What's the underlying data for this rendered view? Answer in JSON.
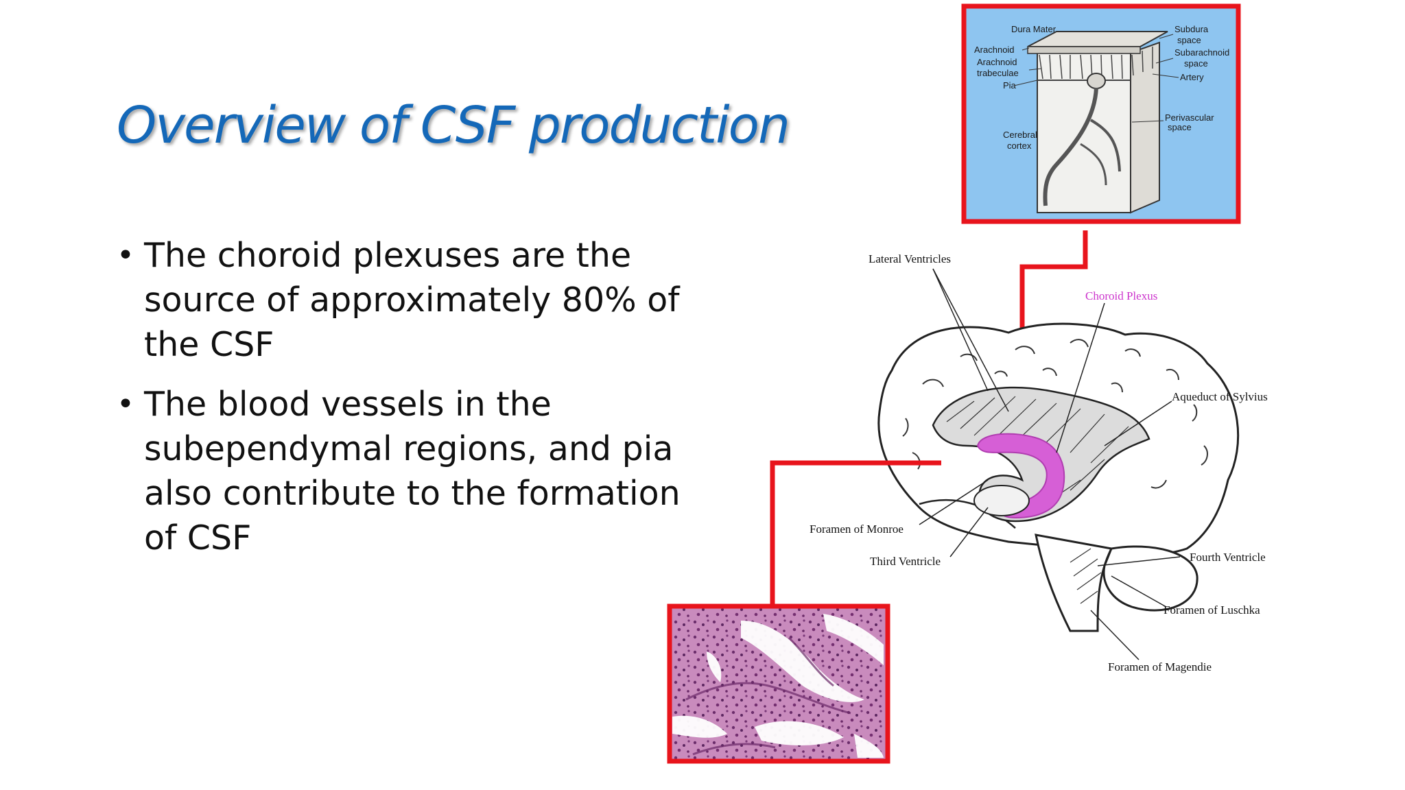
{
  "slide": {
    "title": "Overview of CSF production",
    "bullets": [
      "The choroid plexuses are the source of approximately 80% of the CSF",
      "The blood vessels in the subependymal regions, and pia also contribute to the formation of CSF"
    ],
    "bullet_glyph": "•"
  },
  "meninges_figure": {
    "labels": {
      "dura_mater": "Dura Mater",
      "arachnoid": "Arachnoid",
      "arachnoid_trabeculae": [
        "Arachnoid",
        "trabeculae"
      ],
      "pia": "Pia",
      "subdural_space": [
        "Subdura",
        "space"
      ],
      "subarachnoid_space": [
        "Subarachnoid",
        "space"
      ],
      "artery": "Artery",
      "perivascular_space": [
        "Perivascular",
        "space"
      ],
      "cerebral_cortex": [
        "Cerebral",
        "cortex"
      ]
    },
    "background_color": "#8ec5f0",
    "border_color": "#e8141c"
  },
  "brain_figure": {
    "labels": {
      "lateral_ventricles": "Lateral Ventricles",
      "choroid_plexus": "Choroid Plexus",
      "aqueduct_of_sylvius": "Aqueduct of Sylvius",
      "foramen_of_monroe": "Foramen of Monroe",
      "third_ventricle": "Third Ventricle",
      "fourth_ventricle": "Fourth Ventricle",
      "foramen_of_luschka": "Foramen of Luschka",
      "foramen_of_magendie": "Foramen of Magendie"
    },
    "highlight_color": "#d65fd6",
    "connector_color": "#e8141c"
  },
  "histology_figure": {
    "border_color": "#e8141c",
    "tissue_color": "#b06ca0"
  }
}
